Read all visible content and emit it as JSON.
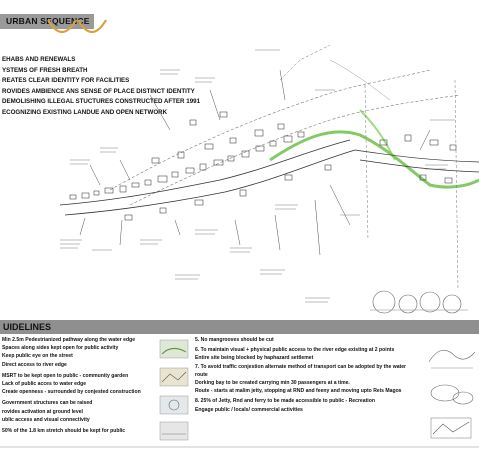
{
  "header": {
    "title": "URBAN SEQUENCE"
  },
  "rehab": {
    "heading": "EHABS AND RENEWALS",
    "items": [
      "YSTEMS OF FRESH BREATH",
      "REATES CLEAR IDENTITY FOR FACILITIES",
      "ROVIDES AMBIENCE ANS SENSE OF PLACE DISTINCT IDENTITY",
      "DEMOLISHING ILLEGAL STUCTURES CONSTRUCTED AFTER 1991",
      "ECOGNIZING EXISTING LANDUE AND OPEN NETWORK"
    ]
  },
  "guidelines": {
    "title": "UIDELINES",
    "left": [
      "Min 2.5m Pedestrianized pathway along the water edge",
      "Spaces along sides kept open for public activity",
      "Keep public eye on the street",
      "Direct access to river edge",
      "MSRT to be kept open to public - community garden",
      "Lack of public acces to water edge",
      "Create openness - surrounded by conjested construction",
      "Government structures can be raised",
      "rovides activation at ground level",
      "ublic access and visual connectivity",
      "50% of the 1.8 km stretch should be kept for public"
    ],
    "right": [
      "5.  No mangrooves should be cut",
      "6.  To maintain visual + physical public access to the river edge existing at 2 points",
      "     Entire site being blocked by haphazard settlemet",
      "7.  To avoid traffic conjestion alternate method of transport can be adopted by the water",
      "     route",
      "     Dorking bay to be created carrying min 30 passengers at a time.",
      "     Route - starts at malim jetty, stopping at RND and feeny and moving upto Reis Magos",
      "8.  25% of Jetty, Rnd and ferry to be made accessible to public - Recreation",
      "     Engage public / locals/ commercial activities"
    ]
  }
}
